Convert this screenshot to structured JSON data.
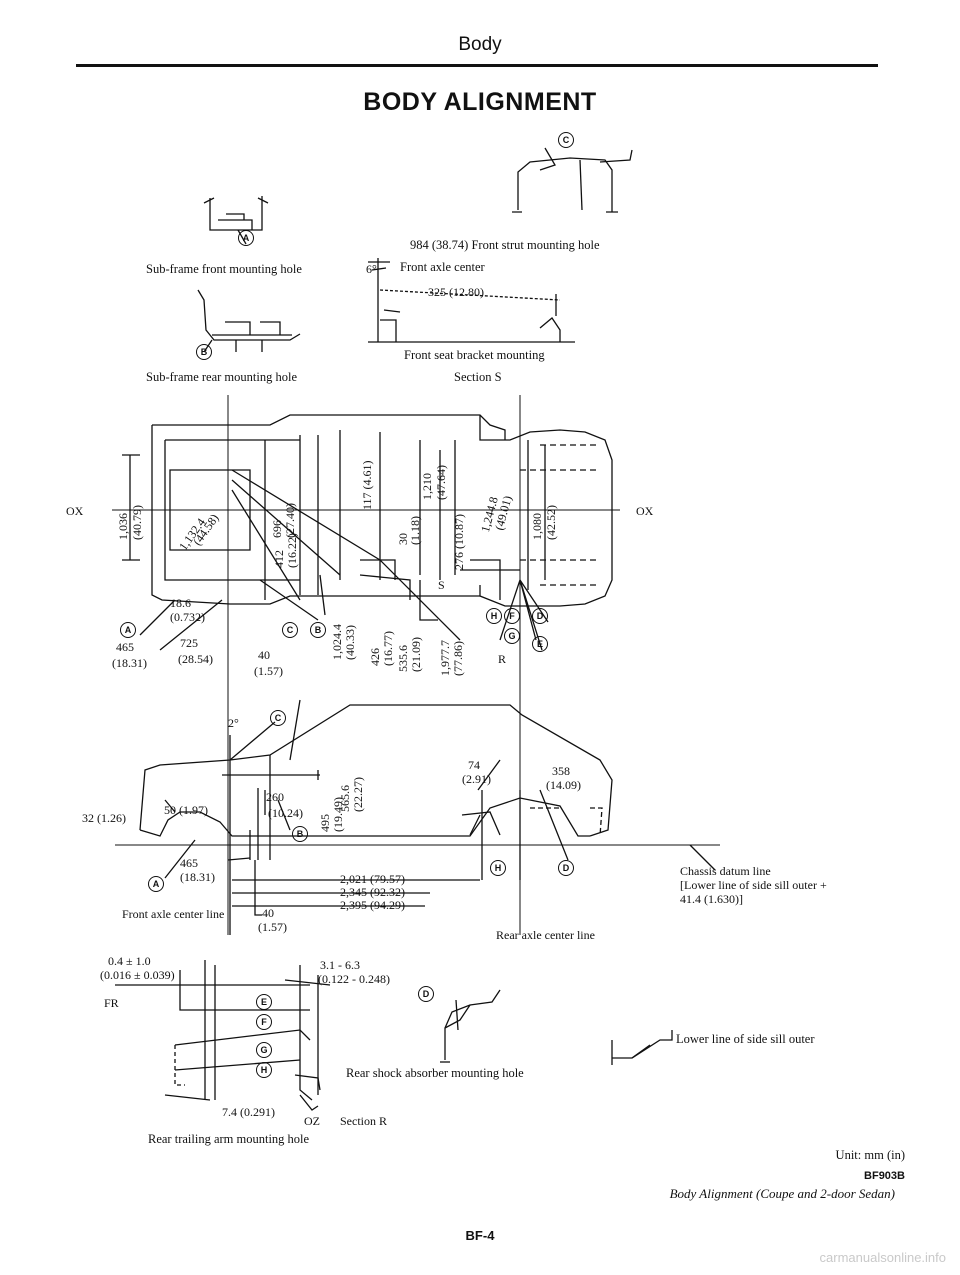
{
  "header": {
    "section": "Body"
  },
  "title": "BODY ALIGNMENT",
  "detail_views": {
    "subframe_front": {
      "caption": "Sub-frame front mounting hole",
      "marker": "A"
    },
    "subframe_rear": {
      "caption": "Sub-frame rear mounting hole",
      "marker": "B"
    },
    "front_strut": {
      "marker": "C",
      "label": "984 (38.74)  Front strut mounting hole"
    },
    "front_axle": {
      "angle": "6°",
      "label": "Front axle center",
      "dim": "325 (12.80)"
    },
    "front_seat": {
      "caption": "Front seat bracket mounting",
      "section": "Section S"
    },
    "rear_trailing": {
      "caption": "Rear trailing arm mounting hole",
      "section": "Section R",
      "dim_top": "0.4 ± 1.0",
      "dim_top_in": "(0.016 ± 0.039)",
      "fr": "FR",
      "dim_right": "3.1 - 6.3",
      "dim_right_in": "(0.122 - 0.248)",
      "dim_bottom": "7.4 (0.291)",
      "oz": "OZ",
      "markers": [
        "E",
        "F",
        "G",
        "H"
      ]
    },
    "rear_shock": {
      "marker": "D",
      "caption": "Rear shock absorber mounting hole"
    },
    "sill": {
      "caption": "Lower line of side sill outer"
    }
  },
  "plan_view": {
    "ox_left": "OX",
    "ox_right": "OX",
    "dims_vertical": [
      "1,036",
      "(40.79)",
      "1,132.4",
      "(44.58)",
      "696",
      "(27.40)",
      "412",
      "(16.22)",
      "117 (4.61)",
      "30",
      "(1.18)",
      "1,210",
      "(47.64)",
      "276 (10.87)",
      "1,244.8",
      "(49.01)",
      "1,080",
      "(42.52)",
      "1,024.4",
      "(40.33)",
      "426",
      "(16.77)",
      "535.6",
      "(21.09)",
      "1,977.7",
      "(77.86)"
    ],
    "dims_horizontal": [
      "18.6",
      "(0.732)",
      "725",
      "(28.54)",
      "465",
      "(18.31)",
      "40",
      "(1.57)"
    ],
    "markers": [
      "A",
      "C",
      "B",
      "H",
      "F",
      "D",
      "G",
      "E"
    ],
    "section_s": "S",
    "section_r": "R"
  },
  "side_view": {
    "angle": "2°",
    "marker_c": "C",
    "dims": [
      "260",
      "(10.24)",
      "495",
      "(19.49)",
      "565.6",
      "(22.27)",
      "32 (1.26)",
      "50 (1.97)",
      "465",
      "(18.31)",
      "74",
      "(2.91)",
      "358",
      "(14.09)",
      "2,021 (79.57)",
      "2,345 (92.32)",
      "2,395 (94.29)",
      "40",
      "(1.57)"
    ],
    "front_axle_line": "Front axle center line",
    "rear_axle_line": "Rear axle center line",
    "chassis_datum": "Chassis datum line",
    "chassis_note": "[Lower line of side sill outer + 41.4 (1.630)]",
    "markers": [
      "A",
      "B",
      "H",
      "D"
    ]
  },
  "footer": {
    "unit": "Unit:  mm (in)",
    "code": "BF903B",
    "caption": "Body Alignment (Coupe and 2-door Sedan)",
    "page": "BF-4"
  },
  "watermark": "carmanualsonline.info"
}
